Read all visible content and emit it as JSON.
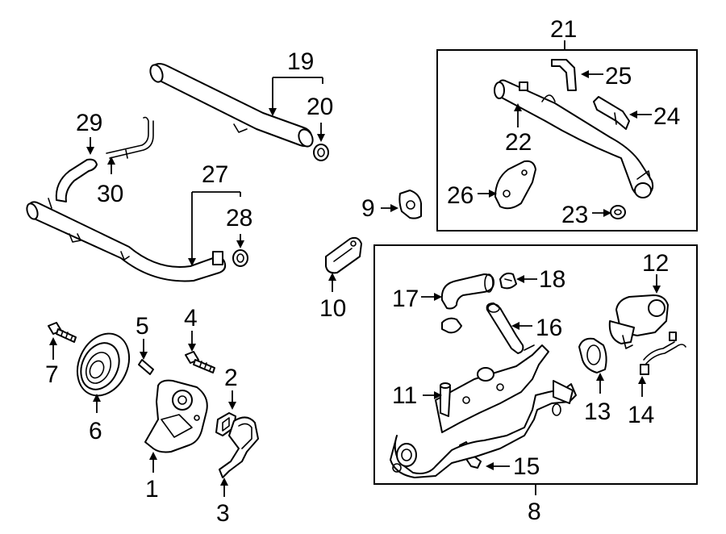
{
  "callouts": {
    "c1": "1",
    "c2": "2",
    "c3": "3",
    "c4": "4",
    "c5": "5",
    "c6": "6",
    "c7": "7",
    "c8": "8",
    "c9": "9",
    "c10": "10",
    "c11": "11",
    "c12": "12",
    "c13": "13",
    "c14": "14",
    "c15": "15",
    "c16": "16",
    "c17": "17",
    "c18": "18",
    "c19": "19",
    "c20": "20",
    "c21": "21",
    "c22": "22",
    "c23": "23",
    "c24": "24",
    "c25": "25",
    "c26": "26",
    "c27": "27",
    "c28": "28",
    "c29": "29",
    "c30": "30"
  },
  "groups": [
    "housing-kit-box",
    "bypass-pipe-kit-box"
  ],
  "colors": {
    "line": "#000000",
    "background": "#ffffff"
  }
}
